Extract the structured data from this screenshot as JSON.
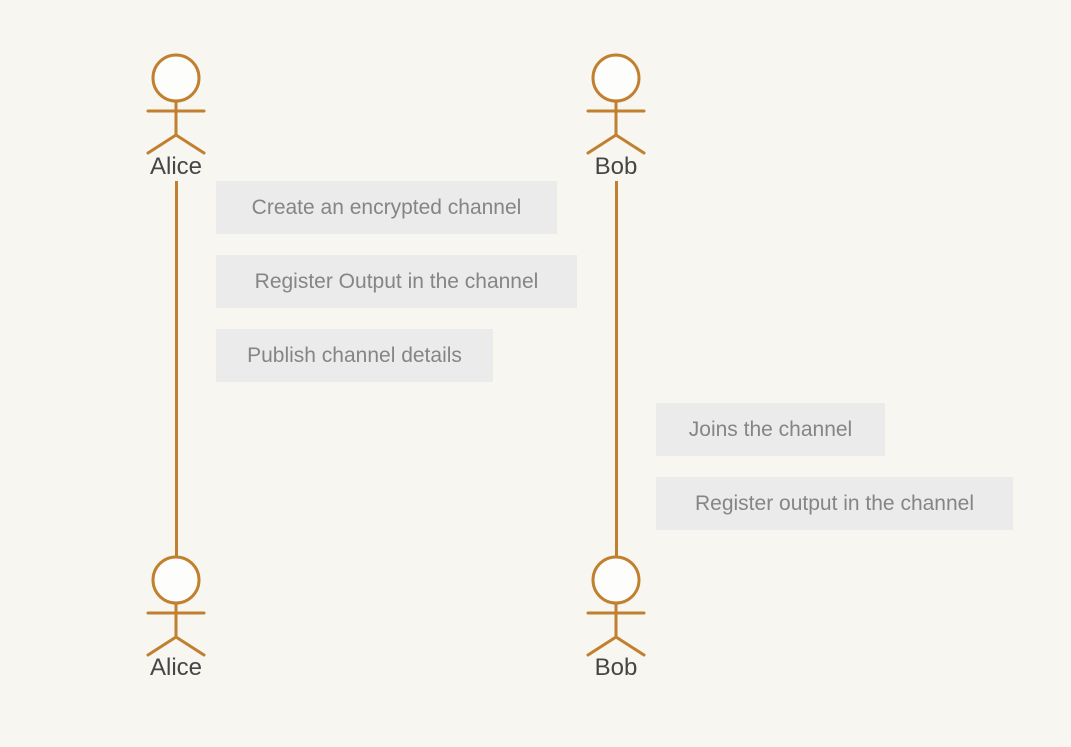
{
  "diagram": {
    "type": "sequence-diagram",
    "background_color": "#f7f6f0",
    "colors": {
      "actor_stroke": "#c0802f",
      "actor_head_fill": "#fdfdfb",
      "message_box_bg": "#ebebeb",
      "message_text": "#858585",
      "actor_label_text": "#464646"
    },
    "actors": [
      {
        "name": "Alice"
      },
      {
        "name": "Bob"
      }
    ],
    "messages": [
      {
        "actor": "Alice",
        "text": "Create an encrypted channel"
      },
      {
        "actor": "Alice",
        "text": "Register Output in the channel"
      },
      {
        "actor": "Alice",
        "text": "Publish channel details"
      },
      {
        "actor": "Bob",
        "text": "Joins the channel"
      },
      {
        "actor": "Bob",
        "text": "Register output in the channel"
      }
    ]
  }
}
